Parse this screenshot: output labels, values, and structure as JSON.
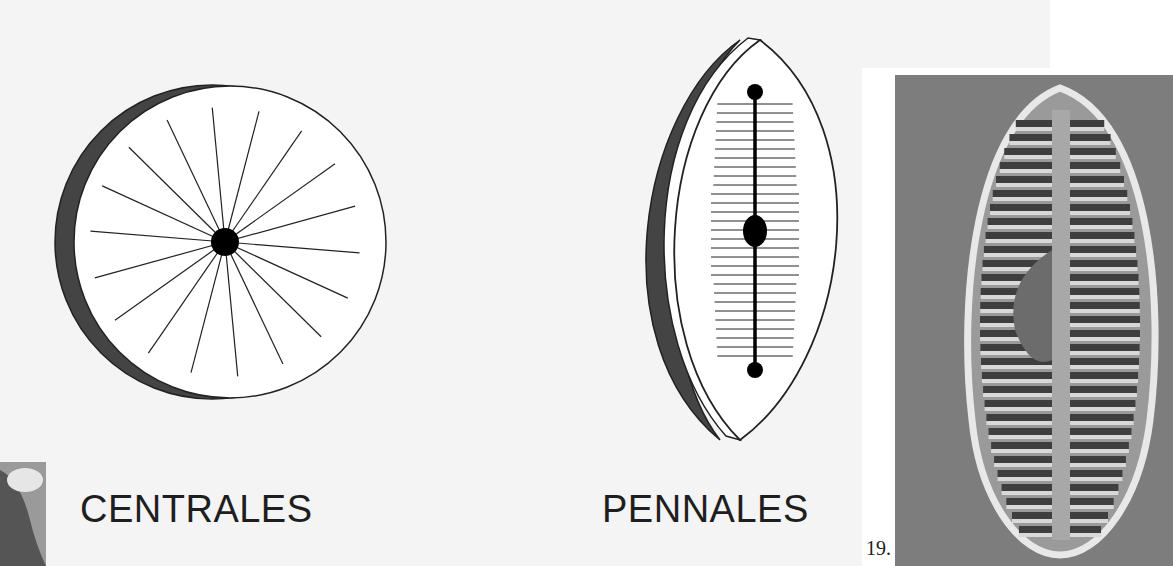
{
  "diagram": {
    "labels": [
      "CENTRALES",
      "PENNALES",
      "19."
    ]
  }
}
